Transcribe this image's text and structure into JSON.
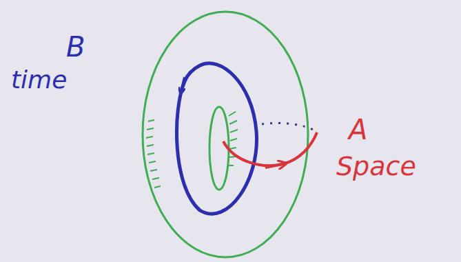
{
  "diagram": {
    "labels": [
      "B",
      "time",
      "A",
      "Space"
    ]
  }
}
